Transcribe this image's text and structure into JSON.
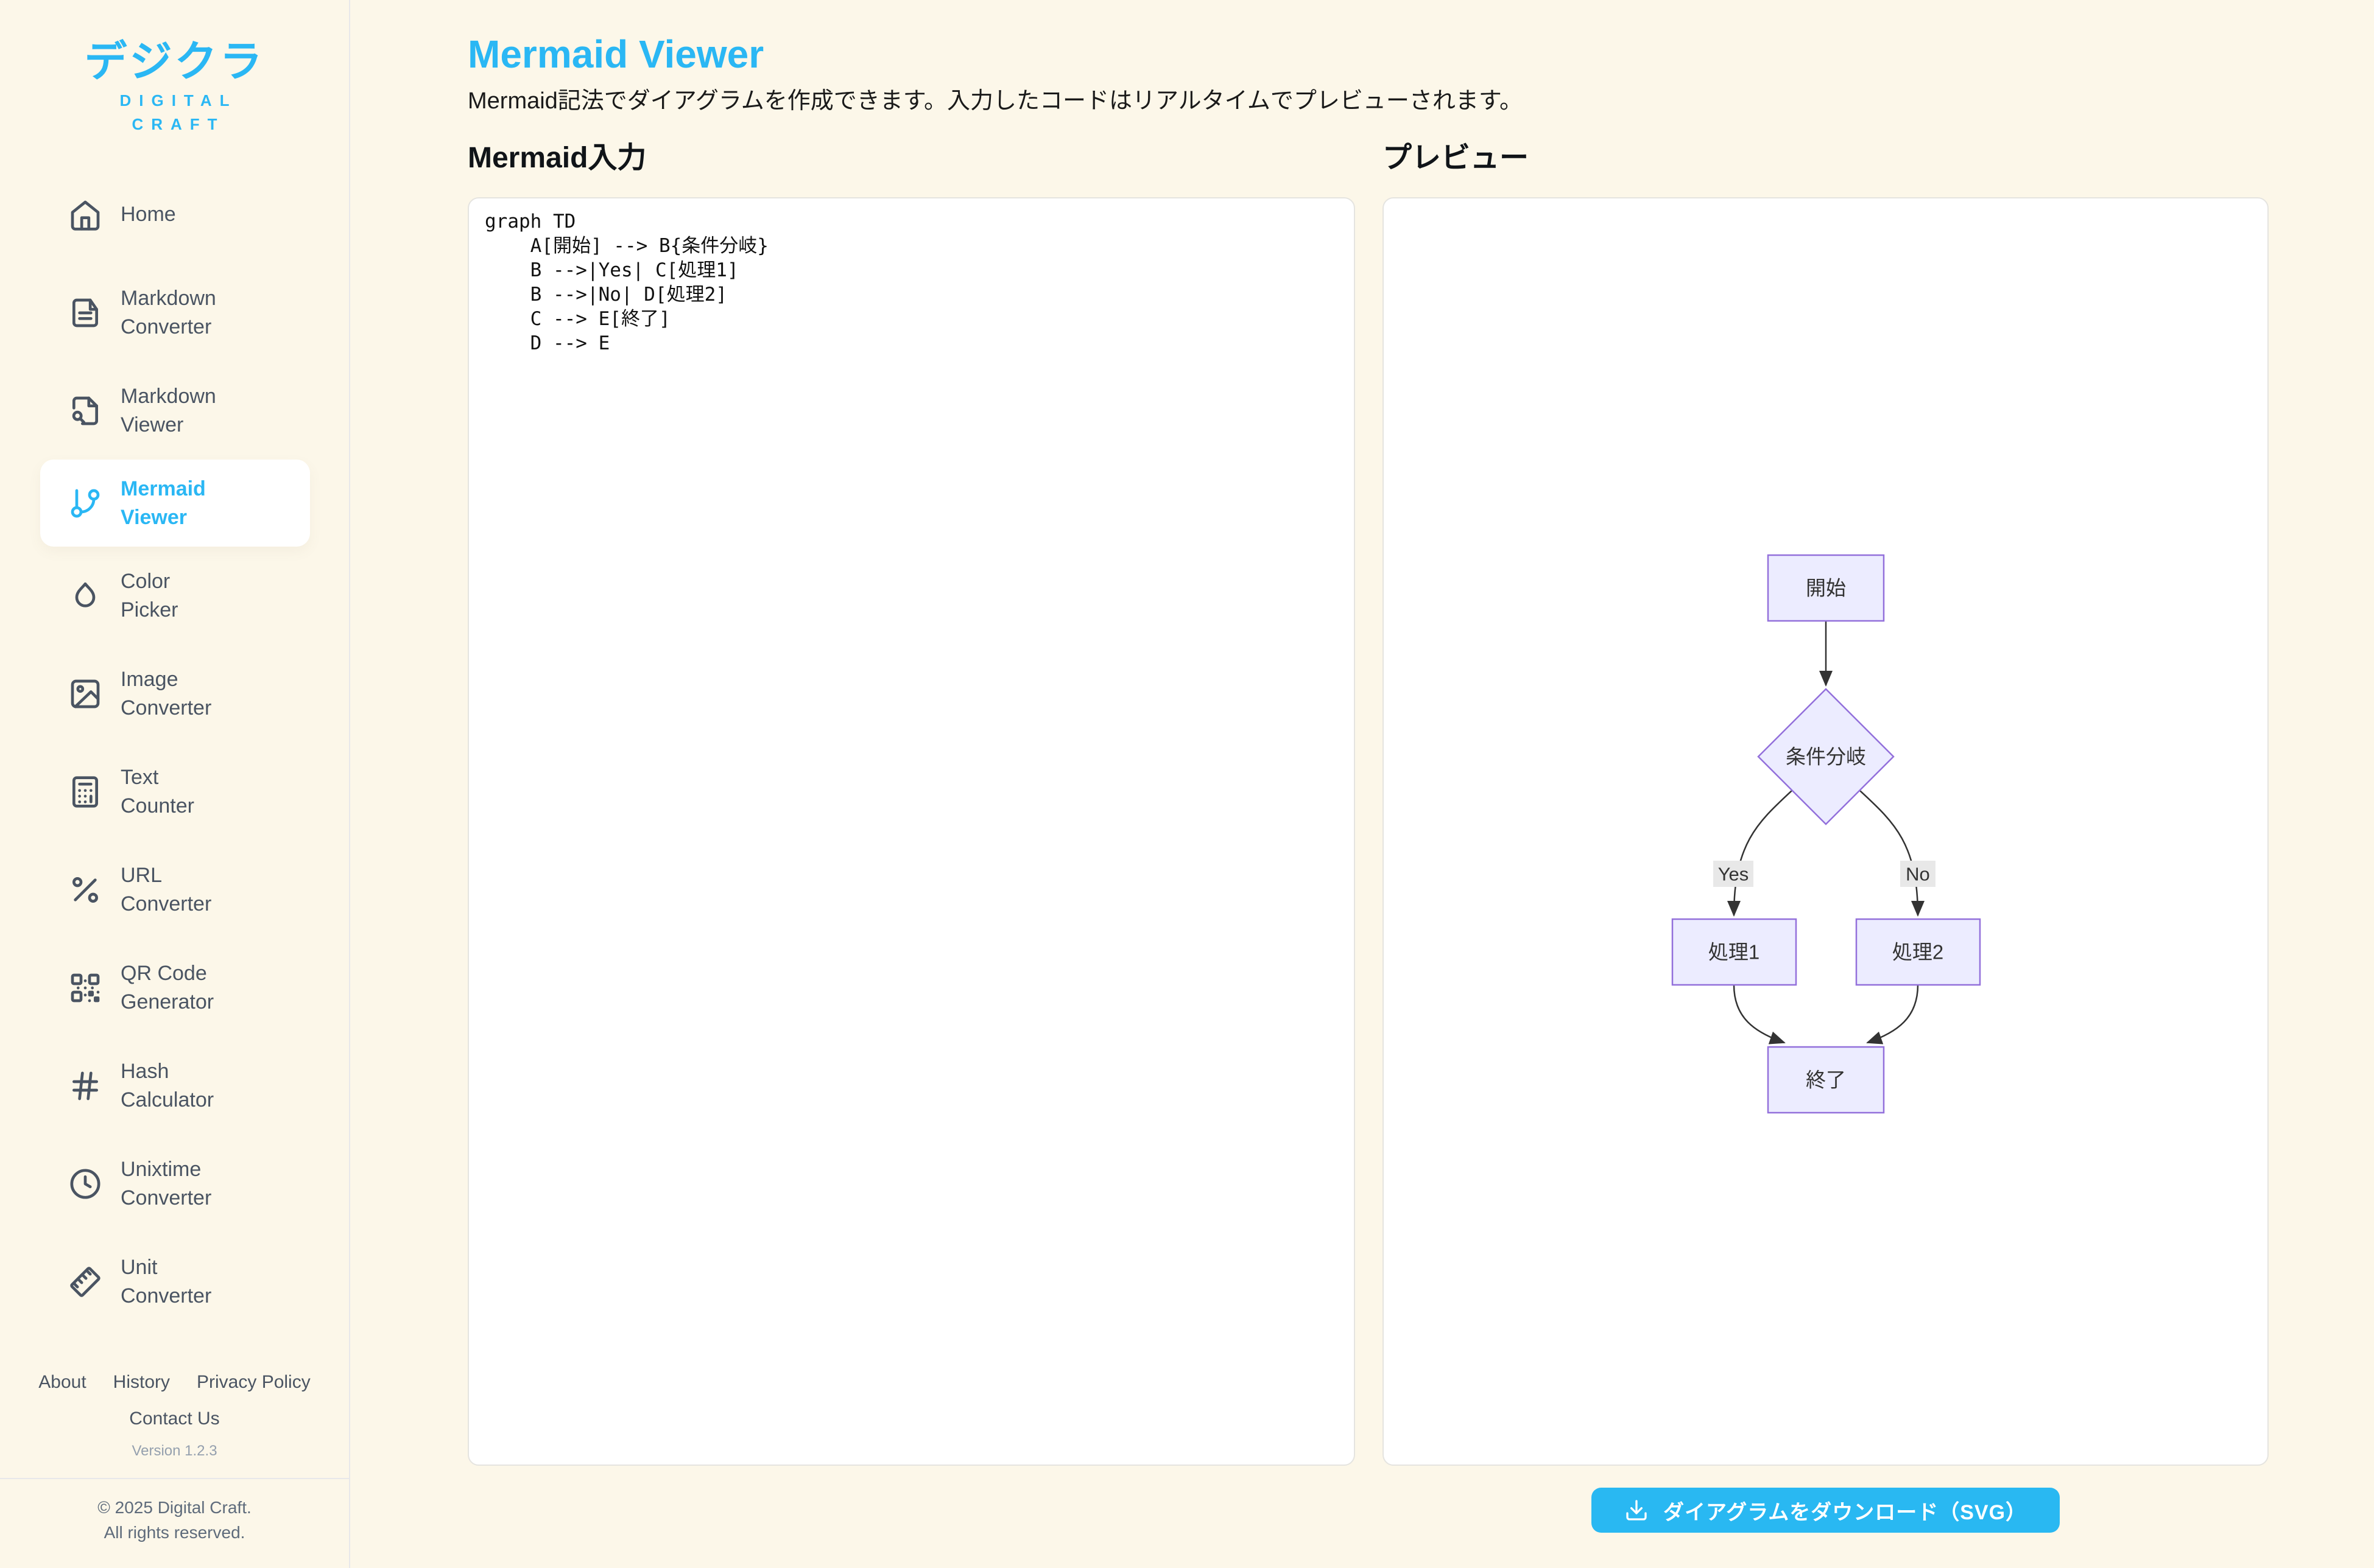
{
  "app": {
    "logo_main": "デジクラ",
    "logo_sub1": "DIGITAL",
    "logo_sub2": "CRAFT"
  },
  "colors": {
    "accent": "#29B8F2",
    "background": "#FCF7E9",
    "sidebar_text": "#4A5462",
    "panel_border": "#E5E4E0"
  },
  "sidebar": {
    "items": [
      {
        "label": "Home",
        "icon": "home-icon",
        "active": false
      },
      {
        "label": "Markdown\nConverter",
        "icon": "file-text-icon",
        "active": false
      },
      {
        "label": "Markdown\nViewer",
        "icon": "file-search-icon",
        "active": false
      },
      {
        "label": "Mermaid\nViewer",
        "icon": "git-branch-icon",
        "active": true
      },
      {
        "label": "Color\nPicker",
        "icon": "droplet-icon",
        "active": false
      },
      {
        "label": "Image\nConverter",
        "icon": "image-icon",
        "active": false
      },
      {
        "label": "Text\nCounter",
        "icon": "calculator-icon",
        "active": false
      },
      {
        "label": "URL\nConverter",
        "icon": "percent-icon",
        "active": false
      },
      {
        "label": "QR Code\nGenerator",
        "icon": "qr-code-icon",
        "active": false
      },
      {
        "label": "Hash\nCalculator",
        "icon": "hash-icon",
        "active": false
      },
      {
        "label": "Unixtime\nConverter",
        "icon": "clock-icon",
        "active": false
      },
      {
        "label": "Unit\nConverter",
        "icon": "ruler-icon",
        "active": false
      }
    ],
    "footer": {
      "links": [
        "About",
        "History",
        "Privacy Policy"
      ],
      "contact": "Contact Us",
      "version": "Version 1.2.3",
      "copyright1": "© 2025 Digital Craft.",
      "copyright2": "All rights reserved."
    }
  },
  "main": {
    "title": "Mermaid Viewer",
    "description": "Mermaid記法でダイアグラムを作成できます。入力したコードはリアルタイムでプレビューされます。",
    "input_heading": "Mermaid入力",
    "preview_heading": "プレビュー",
    "code": "graph TD\n    A[開始] --> B{条件分岐}\n    B -->|Yes| C[処理1]\n    B -->|No| D[処理2]\n    C --> E[終了]\n    D --> E",
    "download_label": "ダイアグラムをダウンロード（SVG）"
  },
  "diagram": {
    "type": "flowchart",
    "direction": "TD",
    "nodes": [
      {
        "id": "A",
        "label": "開始",
        "shape": "rect"
      },
      {
        "id": "B",
        "label": "条件分岐",
        "shape": "diamond"
      },
      {
        "id": "C",
        "label": "処理1",
        "shape": "rect"
      },
      {
        "id": "D",
        "label": "処理2",
        "shape": "rect"
      },
      {
        "id": "E",
        "label": "終了",
        "shape": "rect"
      }
    ],
    "edges": [
      {
        "from": "A",
        "to": "B",
        "label": ""
      },
      {
        "from": "B",
        "to": "C",
        "label": "Yes"
      },
      {
        "from": "B",
        "to": "D",
        "label": "No"
      },
      {
        "from": "C",
        "to": "E",
        "label": ""
      },
      {
        "from": "D",
        "to": "E",
        "label": ""
      }
    ],
    "style": {
      "node_fill": "#ECECFF",
      "node_border": "#9370DB",
      "edge_color": "#333333",
      "edge_label_bg": "#e8e8e8"
    }
  }
}
